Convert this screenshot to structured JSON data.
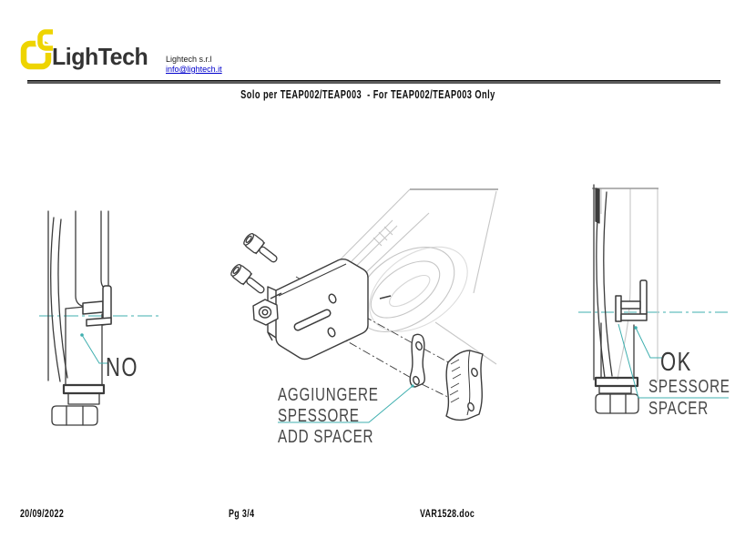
{
  "header": {
    "logo_text": "LighTech",
    "company_name": "Lightech s.r.l",
    "email": "info@lightech.it",
    "title": "Solo per TEAP002/TEAP003  - For TEAP002/TEAP003 Only"
  },
  "figure_left": {
    "label": "NO"
  },
  "figure_center": {
    "label_it_line1": "AGGIUNGERE",
    "label_it_line2": "SPESSORE",
    "label_en": "ADD SPACER"
  },
  "figure_right": {
    "label_ok": "OK",
    "label_it": "SPESSORE",
    "label_en": "SPACER"
  },
  "footer": {
    "date": "20/09/2022",
    "page_number": "Pg 3/4",
    "document_name": "VAR1528.doc"
  },
  "colors": {
    "accent_teal": "#3fafaf",
    "logo_yellow": "#eed400",
    "drawing_line_dark": "#3c3c3c",
    "drawing_line_light": "#c6c6c6",
    "link_blue": "#0000cc",
    "text_black": "#0d0d0d"
  }
}
